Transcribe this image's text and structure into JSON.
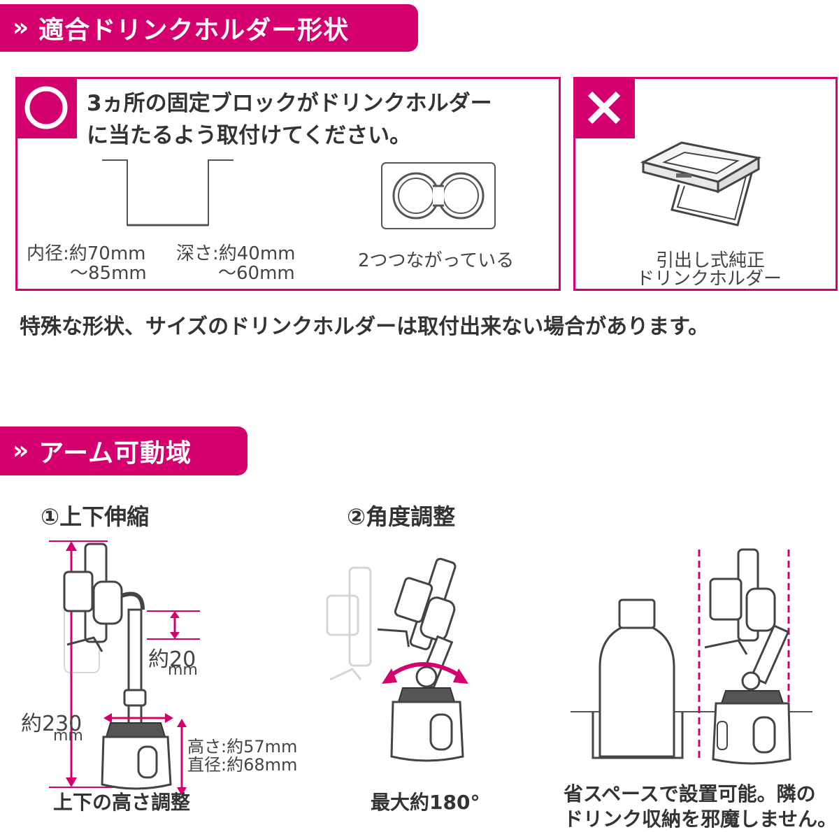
{
  "section1": {
    "title": "適合ドリンクホルダー形状",
    "ok_panel": {
      "instruction_line1": "3ヵ所の固定ブロックがドリンクホルダー",
      "instruction_line2": "に当たるよう取付けてください。",
      "inner_diameter_line1": "内径:約70mm",
      "inner_diameter_line2": "～85mm",
      "depth_line1": "深さ:約40mm",
      "depth_line2": "～60mm",
      "connected_label": "2つつながっている"
    },
    "ng_panel": {
      "label_line1": "引出し式純正",
      "label_line2": "ドリンクホルダー"
    },
    "note": "特殊な形状、サイズのドリンクホルダーは取付出来ない場合があります。"
  },
  "section2": {
    "title": "アーム可動域",
    "item1": {
      "heading": "①上下伸縮",
      "stroke_line1": "約20",
      "stroke_line2": "mm",
      "height_line1": "約230",
      "height_line2": "mm",
      "base_line1": "高さ:約57mm",
      "base_line2": "直径:約68mm",
      "caption": "上下の高さ調整"
    },
    "item2": {
      "heading": "②角度調整",
      "caption": "最大約180°"
    },
    "item3": {
      "caption_line1": "省スペースで設置可能。隣の",
      "caption_line2": "ドリンク収納を邪魔しません。"
    }
  },
  "colors": {
    "accent": "#d4006e",
    "text": "#333333",
    "line": "#444444"
  },
  "icons": {
    "ok": "circle-ok-icon",
    "ng": "cross-ng-icon",
    "chevron": "double-chevron-icon"
  }
}
